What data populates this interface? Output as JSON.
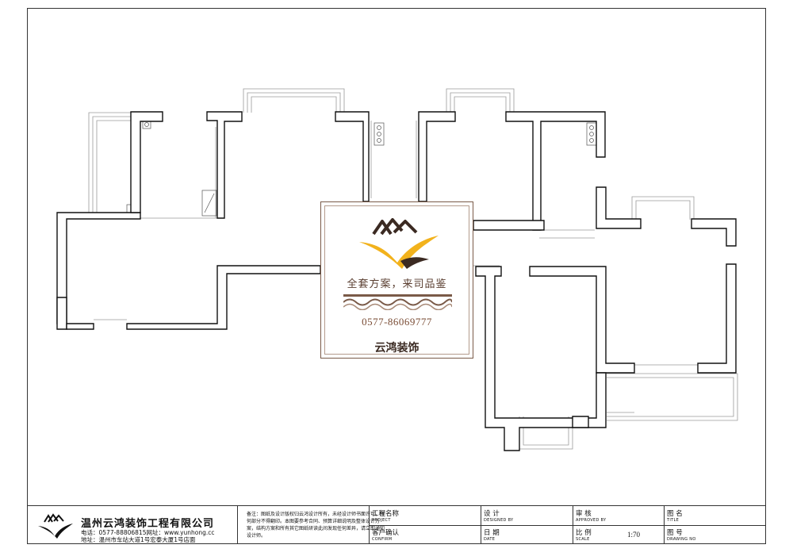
{
  "logo_card": {
    "slogan": "全套方案，来司品鉴",
    "phone": "0577-86069777",
    "brand": "云鸿装饰"
  },
  "title_block": {
    "company_name": "温州云鸿装饰工程有限公司",
    "phone_web": "电话：0577-88806815网址：www.yunhong.cc",
    "address": "地址：温州市车站大道1号宏泰大厦1号店面",
    "note": "备注：图纸及设计版权归云鸿设计所有，未经设计师书面许可，任何部分不得翻印。本图要参考合同、预算详细说明及整体设计方案，结构方案和所有其它图纸研读此间发现任何差异，请立即通知设计师。",
    "project_label": "工程名称",
    "project_sub": "PROJECT",
    "confirm_label": "客户确认",
    "confirm_sub": "CONFIRM",
    "design_label": "设 计",
    "design_sub": "DESIGNED BY",
    "date_label": "日 期",
    "date_sub": "DATE",
    "approve_label": "审 核",
    "approve_sub": "APPROVED BY",
    "scale_label": "比 例",
    "scale_sub": "SCALE",
    "scale_value": "1:70",
    "drawing_title_label": "图 名",
    "drawing_title_sub": "TITLE",
    "drawing_no_label": "图 号",
    "drawing_no_sub": "DRAWING NO"
  },
  "colors": {
    "wall": "#111111",
    "thin_line": "#999999",
    "logo_gold": "#f2b21c",
    "logo_brown": "#3b2a22"
  }
}
